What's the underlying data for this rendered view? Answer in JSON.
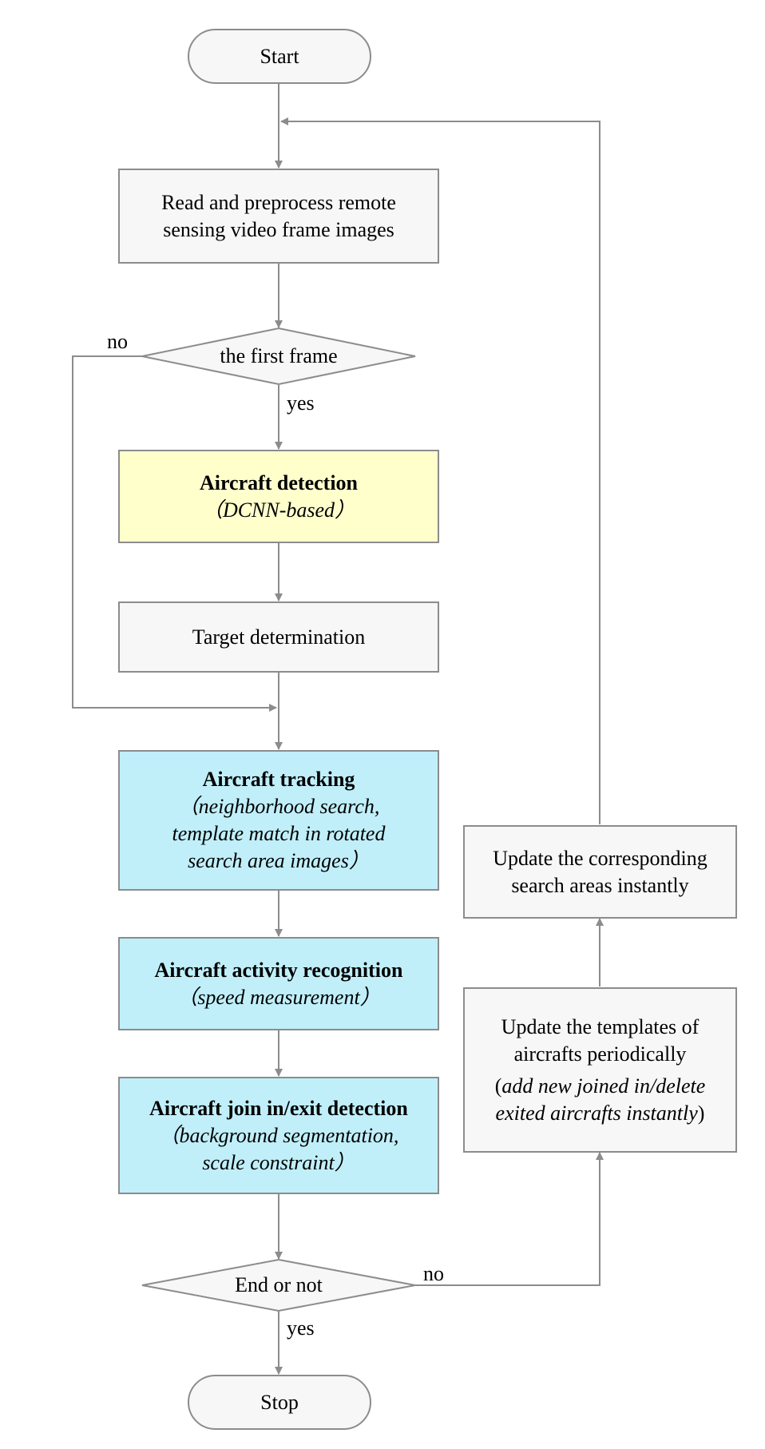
{
  "nodes": {
    "start": "Start",
    "read_line1": "Read and preprocess remote",
    "read_line2": "sensing video frame images",
    "first_frame": "the first frame",
    "detect_title": "Aircraft detection",
    "detect_sub": "（DCNN-based）",
    "target": "Target determination",
    "track_title": "Aircraft tracking",
    "track_sub1": "（neighborhood search,",
    "track_sub2": "template match in rotated",
    "track_sub3": "search area images）",
    "activity_title": "Aircraft activity recognition",
    "activity_sub": "（speed measurement）",
    "join_title": "Aircraft join in/exit detection",
    "join_sub1": "（background segmentation,",
    "join_sub2": "scale constraint）",
    "end_or_not": "End or not",
    "stop": "Stop",
    "update_areas1": "Update the corresponding",
    "update_areas2": "search areas instantly",
    "update_tpl1": "Update the templates of",
    "update_tpl2": "aircrafts periodically",
    "update_tpl3_open": "(",
    "update_tpl3_italic": "add new joined in/delete",
    "update_tpl4_italic": "exited aircrafts instantly",
    "update_tpl4_close": ")"
  },
  "edge_labels": {
    "first_no": "no",
    "first_yes": "yes",
    "end_no": "no",
    "end_yes": "yes"
  },
  "colors": {
    "line": "#8c8c8c",
    "box_fill": "#f7f7f7",
    "detection_fill": "#ffffcc",
    "tracking_fill": "#c0effa"
  }
}
